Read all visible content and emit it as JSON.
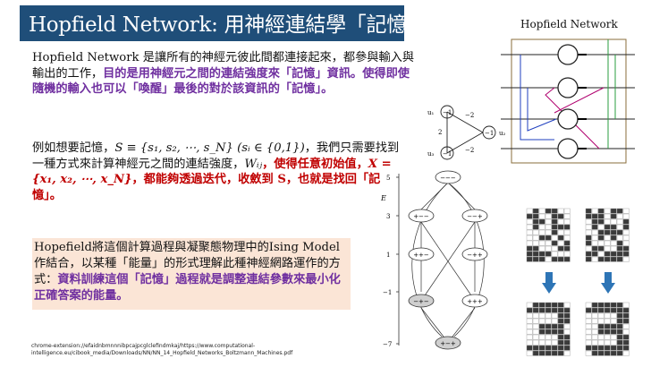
{
  "title": "Hopfield Network: 用神經連結學「記憶」",
  "paragraph1": {
    "t1": "Hopfield Network 是讓所有的神經元彼此間都連接起來，都參與輸入與輸出的工作，",
    "purple": "目的是用神經元之間的連結強度來「記憶」資訊。使得即使隨機的輸入也可以「喚醒」最後的對於該資訊的「記憶」。"
  },
  "paragraph2": {
    "t1": "例如想要記憶，",
    "formula_s": "S ≡ {s₁, s₂, ⋯, s_N} (sᵢ ∈ {0,1})",
    "t2": "，我們只需要找到一種方式來計算神經元之間的連結強度，",
    "w": "Wᵢⱼ",
    "red1": "，使得任意初始值，",
    "formula_x": "X = {x₁, x₂, ⋯, x_N}",
    "red2": "，都能夠透過迭代，收斂到 S，也就是找回「記憶」。"
  },
  "paragraph3": {
    "t1": "Hopefield將這個計算過程與凝聚態物理中的Ising Model作結合，以某種「能量」的形式理解此種神經網路運作的方式：",
    "purple": "資料訓練這個「記憶」過程就是調整連結參數來最小化正確答案的能量。"
  },
  "source": "chrome-extension://efaidnbmnnnibpcajpcglclefindmkaj/https://www.computational-intelligence.eu/cibook_media/Downloads/NN/NN_14_Hopfield_Networks_Boltzmann_Machines.pdf",
  "figure_network": {
    "label": "Hopfield Network"
  },
  "figure_triangle": {
    "n1": "u₁",
    "n2": "u₂",
    "n3": "u₃",
    "v1": "−1",
    "v2": "−1",
    "v3": "−1",
    "w12": "−2",
    "w13": "2",
    "w23": "−2"
  },
  "figure_energy": {
    "axis": "E",
    "ticks": [
      "5",
      "3",
      "1",
      "−1",
      "−7"
    ],
    "states": [
      "−−−",
      "+−−",
      "−−+",
      "++−",
      "−++",
      "−+−",
      "+++",
      "+−+"
    ]
  }
}
